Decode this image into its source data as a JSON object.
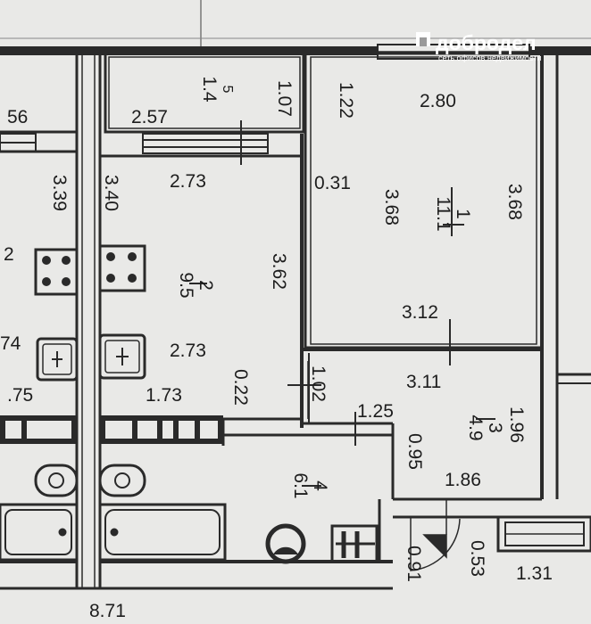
{
  "watermark": {
    "brand": "добродел",
    "tagline": "сеть офисов недвижимости"
  },
  "colors": {
    "paper": "#e9e9e7",
    "wall": "#2a2a2a",
    "ink": "#1d1d1d"
  },
  "room_labels": [
    {
      "number": "1",
      "area": "11.1"
    },
    {
      "number": "2",
      "area": "9.5"
    },
    {
      "number": "3",
      "area": "4.9"
    },
    {
      "number": "4",
      "area": "6.1"
    },
    {
      "number": "5",
      "area": "1.4"
    }
  ],
  "dimensions": [
    "56",
    "2.57",
    "1.07",
    "1.22",
    "2.80",
    "2.73",
    "0.31",
    "3.68",
    "3.68",
    "3.39",
    "3.40",
    "3.62",
    "3.12",
    "2.73",
    "0.22",
    "3.11",
    "1.02",
    "1.25",
    "1.96",
    "1.73",
    ".75",
    "0.95",
    "1.86",
    "0.53",
    "1.31",
    "0.91",
    "8.71",
    "74",
    "2"
  ]
}
